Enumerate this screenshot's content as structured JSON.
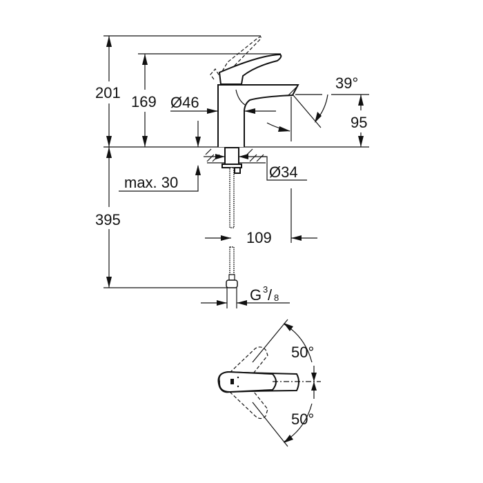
{
  "dimensions": {
    "total_height": "201",
    "spout_height": "169",
    "body_diameter": "Ø46",
    "spout_angle": "39°",
    "outlet_height": "95",
    "hole_diameter": "Ø34",
    "max_thickness": "max. 30",
    "hose_length": "395",
    "projection": "109",
    "thread_g": "G",
    "thread_num": "3",
    "thread_den": "8",
    "rotation_top": "50°",
    "rotation_bottom": "50°"
  }
}
